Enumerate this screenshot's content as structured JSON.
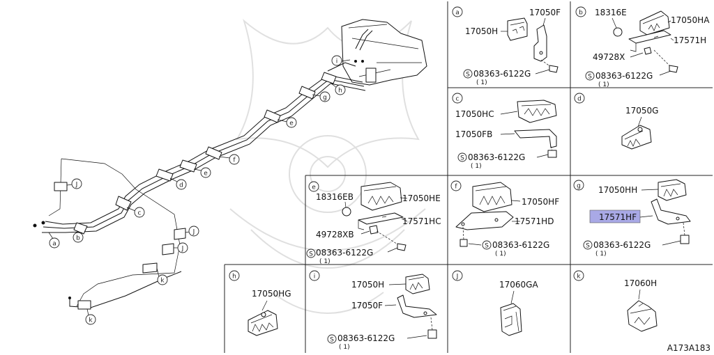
{
  "diagram_id": "A173A183",
  "highlight_color": "#a9a9e6",
  "panels": {
    "a": {
      "letter": "a",
      "labels": {
        "clip": "17050H",
        "bracket": "17050F",
        "bolt": "08363-6122G",
        "qty": "( 1)"
      }
    },
    "b": {
      "letter": "b",
      "labels": {
        "grommet": "18316E",
        "clip": "17050HA",
        "bracket": "17571H",
        "nut": "49728X",
        "bolt": "08363-6122G",
        "qty": "( 1)"
      }
    },
    "c": {
      "letter": "c",
      "labels": {
        "clip": "17050HC",
        "bracket": "17050FB",
        "bolt": "08363-6122G",
        "qty": "( 1)"
      }
    },
    "d": {
      "letter": "d",
      "labels": {
        "clip": "17050G"
      }
    },
    "e": {
      "letter": "e",
      "labels": {
        "grommet": "18316EB",
        "clip": "17050HE",
        "bracket": "17571HC",
        "nut": "49728XB",
        "bolt": "08363-6122G",
        "qty": "( 1)"
      }
    },
    "f": {
      "letter": "f",
      "labels": {
        "clip": "17050HF",
        "bracket": "17571HD",
        "bolt": "08363-6122G",
        "qty": "( 1)"
      }
    },
    "g": {
      "letter": "g",
      "labels": {
        "clip": "17050HH",
        "bracket": "17571HF",
        "bolt": "08363-6122G",
        "qty": "( 1)"
      }
    },
    "h": {
      "letter": "h",
      "labels": {
        "clip": "17050HG"
      }
    },
    "i": {
      "letter": "i",
      "labels": {
        "clip": "17050H",
        "bracket": "17050F",
        "bolt": "08363-6122G",
        "qty": "( 1)"
      }
    },
    "j": {
      "letter": "J",
      "labels": {
        "clip": "17060GA"
      }
    },
    "k": {
      "letter": "k",
      "labels": {
        "clip": "17060H"
      }
    }
  },
  "bolt_symbol": "S",
  "main_callouts": [
    "a",
    "b",
    "c",
    "d",
    "e",
    "f",
    "g",
    "h",
    "i",
    "J",
    "J",
    "J",
    "k",
    "k"
  ]
}
